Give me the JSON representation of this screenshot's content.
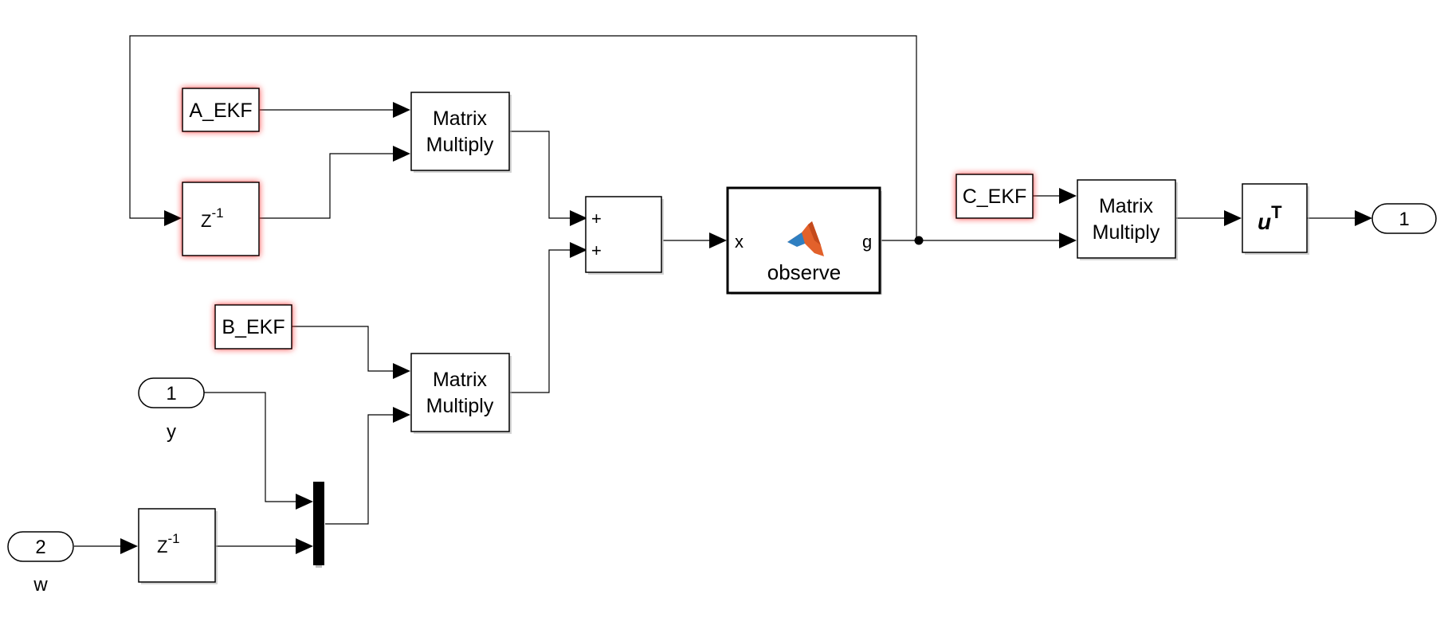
{
  "blocks": {
    "a_ekf": {
      "label": "A_EKF"
    },
    "b_ekf": {
      "label": "B_EKF"
    },
    "c_ekf": {
      "label": "C_EKF"
    },
    "delay_top": {
      "label": "Z",
      "exp": "-1"
    },
    "delay_bottom": {
      "label": "Z",
      "exp": "-1"
    },
    "matmul_top": {
      "line1": "Matrix",
      "line2": "Multiply"
    },
    "matmul_bottom": {
      "line1": "Matrix",
      "line2": "Multiply"
    },
    "matmul_right": {
      "line1": "Matrix",
      "line2": "Multiply"
    },
    "sum": {
      "sign1": "+",
      "sign2": "+"
    },
    "observe": {
      "label": "observe",
      "in_port": "x",
      "out_port": "g",
      "icon": "matlab-logo-icon"
    },
    "transpose": {
      "base": "u",
      "exp": "T"
    },
    "inport_y": {
      "number": "1",
      "name": "y"
    },
    "inport_w": {
      "number": "2",
      "name": "w"
    },
    "outport": {
      "number": "1"
    }
  },
  "colors": {
    "highlight": "#e03030",
    "matlab_orange": "#e2612b",
    "matlab_blue": "#2f7fc1"
  }
}
